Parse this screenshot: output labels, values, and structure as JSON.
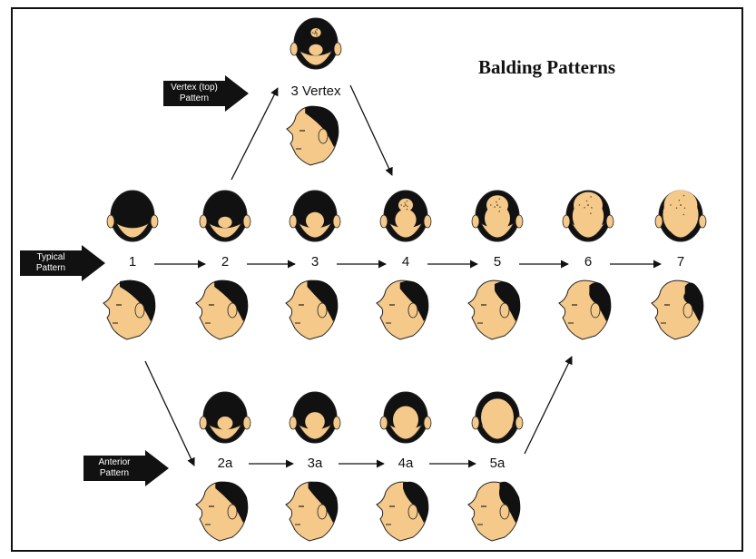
{
  "title": "Balding Patterns",
  "callouts": {
    "vertex": {
      "line1": "Vertex (top)",
      "line2": "Pattern"
    },
    "typical": {
      "line1": "Typical",
      "line2": "Pattern"
    },
    "anterior": {
      "line1": "Anterior",
      "line2": "Pattern"
    }
  },
  "stages": {
    "vertex": {
      "label": "3 Vertex",
      "bald_top": 0.1,
      "bald_front": 0.1
    },
    "typical": [
      {
        "label": "1",
        "bald_top": 0.0,
        "bald_front": 0.0
      },
      {
        "label": "2",
        "bald_top": 0.0,
        "bald_front": 0.1
      },
      {
        "label": "3",
        "bald_top": 0.0,
        "bald_front": 0.25
      },
      {
        "label": "4",
        "bald_top": 0.25,
        "bald_front": 0.35
      },
      {
        "label": "5",
        "bald_top": 0.5,
        "bald_front": 0.5
      },
      {
        "label": "6",
        "bald_top": 0.75,
        "bald_front": 0.7
      },
      {
        "label": "7",
        "bald_top": 0.9,
        "bald_front": 0.85
      }
    ],
    "anterior": [
      {
        "label": "2a",
        "bald_top": 0.0,
        "bald_front": 0.15
      },
      {
        "label": "3a",
        "bald_top": 0.0,
        "bald_front": 0.3
      },
      {
        "label": "4a",
        "bald_top": 0.0,
        "bald_front": 0.5
      },
      {
        "label": "5a",
        "bald_top": 0.0,
        "bald_front": 0.75
      }
    ]
  },
  "colors": {
    "hair": "#111111",
    "skin": "#f4c98a",
    "stroke": "#222222",
    "callout": "#111111",
    "callout_text": "#ffffff"
  }
}
